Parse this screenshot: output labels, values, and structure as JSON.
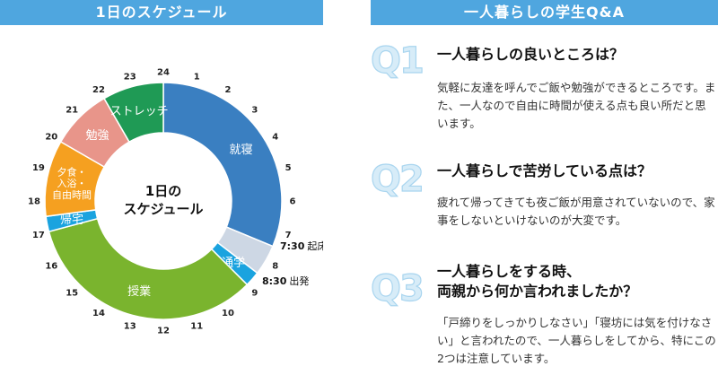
{
  "left_title": "1日のスケジュール",
  "right_title": "一人暮らしの学生Q&A",
  "chart_data": {
    "type": "donut",
    "title": "1日の\nスケジュール",
    "unit": "hours (24h clock)",
    "segments": [
      {
        "label": "就寝",
        "start": 0,
        "end": 7.5,
        "color": "#3a7fc1"
      },
      {
        "label": "",
        "start": 7.5,
        "end": 8.5,
        "color": "#cdd7e4"
      },
      {
        "label": "通学",
        "start": 8.5,
        "end": 9,
        "color": "#1aa3df"
      },
      {
        "label": "授業",
        "start": 9,
        "end": 17,
        "color": "#7ab42e"
      },
      {
        "label": "帰宅",
        "start": 17,
        "end": 17.5,
        "color": "#1aa3df"
      },
      {
        "label": "夕食・\n入浴・\n自由時間",
        "start": 17.5,
        "end": 20,
        "color": "#f5a020"
      },
      {
        "label": "勉強",
        "start": 20,
        "end": 22,
        "color": "#e8958a"
      },
      {
        "label": "ストレッチ",
        "start": 22,
        "end": 24,
        "color": "#1f9a55"
      }
    ],
    "hour_ticks": [
      "24",
      "1",
      "2",
      "3",
      "4",
      "5",
      "6",
      "7",
      "8",
      "9",
      "10",
      "11",
      "12",
      "13",
      "14",
      "15",
      "16",
      "17",
      "18",
      "19",
      "20",
      "21",
      "22",
      "23"
    ],
    "annotations": [
      {
        "time": "7:30",
        "label": "起床"
      },
      {
        "time": "8:30",
        "label": "出発"
      }
    ]
  },
  "qa": [
    {
      "num": "Q1",
      "title": "一人暮らしの良いところは？",
      "body": "気軽に友達を呼んでご飯や勉強ができるところです。また、一人なので自由に時間が使える点も良い所だと思います。"
    },
    {
      "num": "Q2",
      "title": "一人暮らしで苦労している点は？",
      "body": "疲れて帰ってきても夜ご飯が用意されていないので、家事をしないといけないのが大変です。"
    },
    {
      "num": "Q3",
      "title": "一人暮らしをする時、\n両親から何か言われましたか？",
      "body": "「戸締りをしっかりしなさい」「寝坊には気を付けなさい」と言われたので、一人暮らしをしてから、特にこの2つは注意しています。"
    }
  ]
}
